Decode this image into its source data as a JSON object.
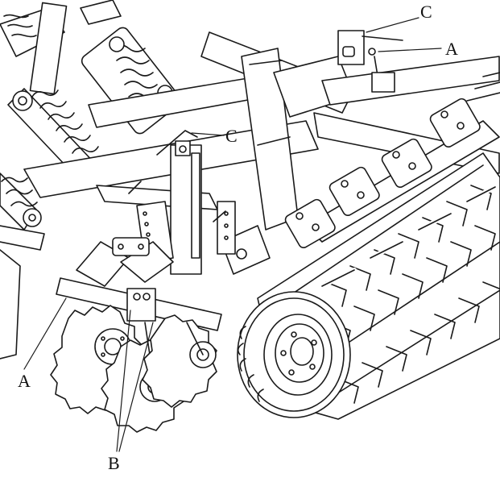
{
  "callouts": {
    "c_top": "C",
    "a_right": "A",
    "c_mid": "C",
    "a_left": "A",
    "b_bottom": "B"
  },
  "colors": {
    "line": "#1a1a1a",
    "paper": "#ffffff"
  },
  "icons": [
    "machine-line-drawing"
  ]
}
